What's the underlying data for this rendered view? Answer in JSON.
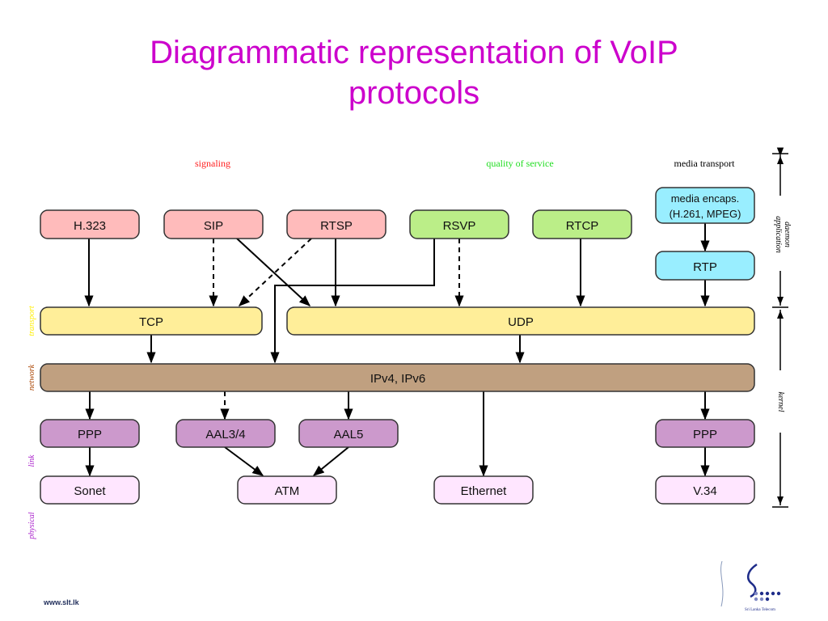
{
  "title": {
    "line1": "Diagrammatic representation of VoIP",
    "line2": "protocols"
  },
  "categories": {
    "signaling": {
      "label": "signaling",
      "color": "#ff2020"
    },
    "qos": {
      "label": "quality of service",
      "color": "#22dd22"
    },
    "media": {
      "label": "media transport",
      "color": "#000000"
    }
  },
  "side_labels": {
    "transport": {
      "label": "transport",
      "color": "#ffee00"
    },
    "network": {
      "label": "network",
      "color": "#aa4400"
    },
    "link": {
      "label": "link",
      "color": "#aa22cc"
    },
    "physical": {
      "label": "physical",
      "color": "#aa22cc"
    }
  },
  "domains": {
    "application": {
      "line1": "application",
      "line2": "daemon"
    },
    "kernel": {
      "label": "kernel"
    }
  },
  "boxes": {
    "h323": {
      "label": "H.323",
      "fill": "#ffbbbb"
    },
    "sip": {
      "label": "SIP",
      "fill": "#ffbbbb"
    },
    "rtsp": {
      "label": "RTSP",
      "fill": "#ffbbbb"
    },
    "rsvp": {
      "label": "RSVP",
      "fill": "#bbee88"
    },
    "rtcp": {
      "label": "RTCP",
      "fill": "#bbee88"
    },
    "media_encaps": {
      "line1": "media encaps.",
      "line2": "(H.261, MPEG)",
      "fill": "#99eeff"
    },
    "rtp": {
      "label": "RTP",
      "fill": "#99eeff"
    },
    "tcp": {
      "label": "TCP",
      "fill": "#ffee99"
    },
    "udp": {
      "label": "UDP",
      "fill": "#ffee99"
    },
    "ip": {
      "label": "IPv4, IPv6",
      "fill": "#c0a080"
    },
    "ppp_left": {
      "label": "PPP",
      "fill": "#cc99cc"
    },
    "aal34": {
      "label": "AAL3/4",
      "fill": "#cc99cc"
    },
    "aal5": {
      "label": "AAL5",
      "fill": "#cc99cc"
    },
    "ppp_right": {
      "label": "PPP",
      "fill": "#cc99cc"
    },
    "sonet": {
      "label": "Sonet",
      "fill": "#ffe6ff"
    },
    "atm": {
      "label": "ATM",
      "fill": "#ffe6ff"
    },
    "ethernet": {
      "label": "Ethernet",
      "fill": "#ffe6ff"
    },
    "v34": {
      "label": "V.34",
      "fill": "#ffe6ff"
    }
  },
  "footer": {
    "url": "www.slt.lk",
    "logo_caption": "Sri Lanka Telecom"
  },
  "colors": {
    "title": "#cc00cc",
    "logo": "#1f2d8a"
  }
}
